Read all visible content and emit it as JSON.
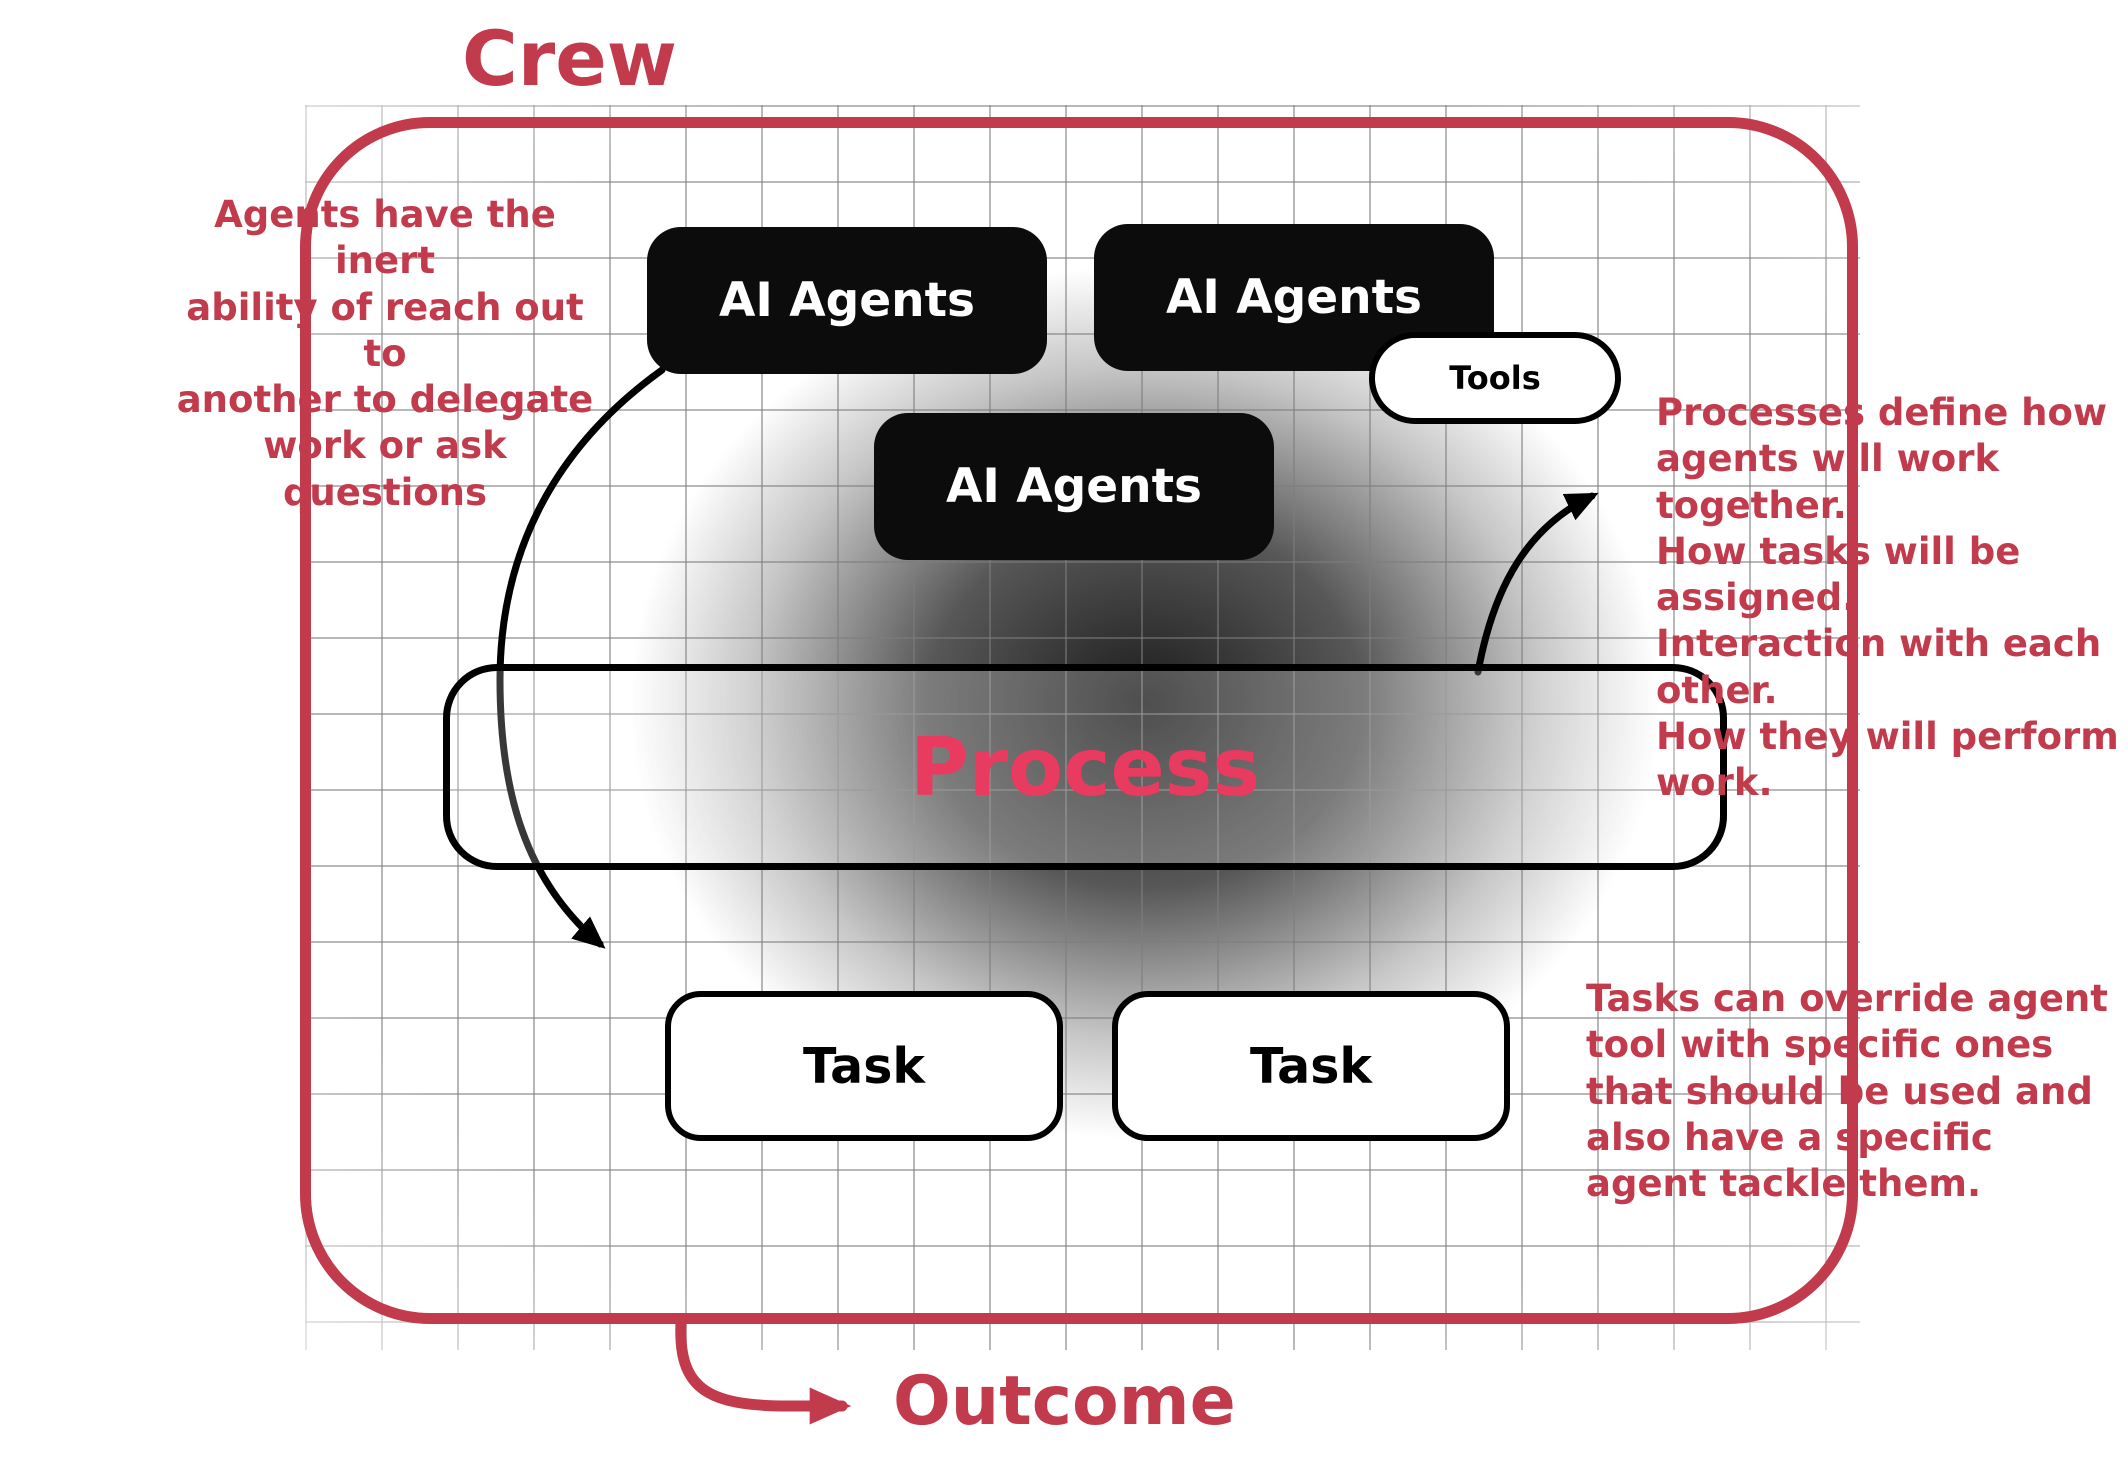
{
  "colors": {
    "accent": "#c23b4c",
    "process_text": "#e93a60",
    "box_black": "#0c0c0c"
  },
  "diagram": {
    "title": "Crew",
    "outcome_label": "Outcome",
    "nodes": {
      "agent1": "AI Agents",
      "agent2": "AI Agents",
      "agent3": "AI Agents",
      "tools": "Tools",
      "process": "Process",
      "task1": "Task",
      "task2": "Task"
    },
    "annotations": {
      "left": "Agents have the inert\nability of reach out to\nanother to delegate\nwork or ask questions",
      "right_top": "Processes define how\nagents will work together.\nHow tasks will be assigned.\nInteraction with each other.\nHow they will perform work.",
      "right_bottom": "Tasks can override agent\ntool with specific ones\nthat should be used and\nalso have a specific\nagent tackle them."
    }
  }
}
